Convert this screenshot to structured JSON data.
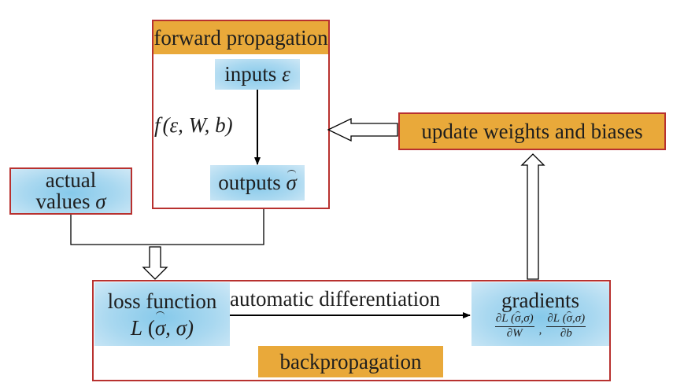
{
  "colors": {
    "box_border": "#b8312f",
    "header_fill": "#e9a93a",
    "node_fill": "#a9d8f0",
    "arrow": "#000000"
  },
  "forward": {
    "title": "forward propagation",
    "inputs_label": "inputs ",
    "inputs_symbol": "ε",
    "function_prefix": "f",
    "function_args": "(ε, W, b)",
    "outputs_label": "outputs ",
    "outputs_symbol": "σ"
  },
  "update": {
    "label": "update weights and biases"
  },
  "actual": {
    "line1": "actual",
    "line2": "values ",
    "symbol": "σ"
  },
  "backprop": {
    "title": "backpropagation",
    "loss_label": "loss function",
    "loss_L": "L",
    "loss_open": " (",
    "loss_hat_sigma": "σ",
    "loss_rest": ", σ)",
    "edge_label": "automatic differentiation",
    "gradients_label": "gradients",
    "grad_w_num_prefix": "∂L (",
    "grad_w_num_hat": "σ",
    "grad_w_num_suffix": ",σ)",
    "grad_w_den": "∂W",
    "grad_sep": ",",
    "grad_b_num_prefix": "∂L (",
    "grad_b_num_hat": "σ",
    "grad_b_num_suffix": ",σ)",
    "grad_b_den": "∂b"
  }
}
